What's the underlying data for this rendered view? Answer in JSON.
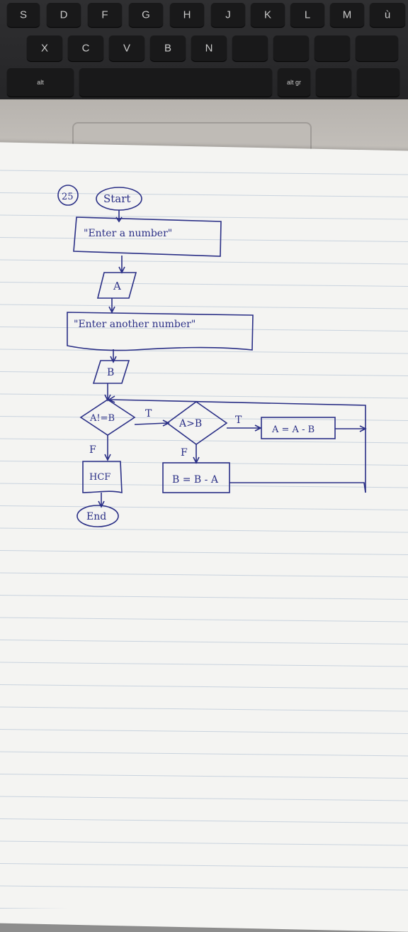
{
  "keyboard": {
    "row1": [
      "S",
      "D",
      "F",
      "G",
      "H",
      "J",
      "K",
      "L",
      "M",
      "ù"
    ],
    "row2": [
      "X",
      "C",
      "V",
      "B",
      "N"
    ],
    "alt_label": "alt",
    "alt_gr_label": "alt gr"
  },
  "flowchart": {
    "number": "25",
    "start": "Start",
    "prompt1": "\"Enter a number\"",
    "input_a": "A",
    "prompt2": "\"Enter another number\"",
    "input_b": "B",
    "condition1": "A!=B",
    "condition2": "A>B",
    "true_label_1": "T",
    "true_label_2": "T",
    "false_label_1": "F",
    "false_label_2": "F",
    "assign_a": "A = A - B",
    "assign_b": "B = B - A",
    "output": "HCF",
    "end": "End",
    "ink_color": "#2a2f86"
  }
}
